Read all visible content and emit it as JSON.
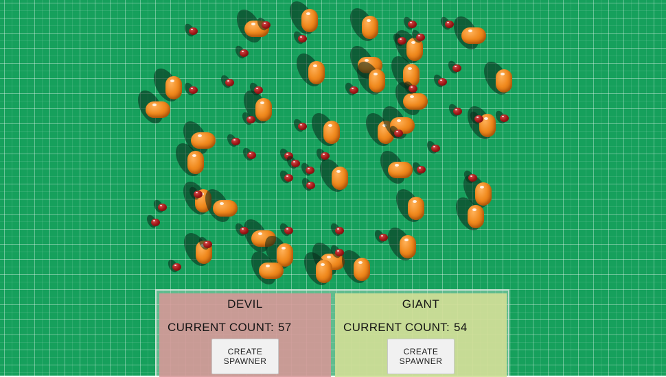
{
  "hud": {
    "devil": {
      "title": "DEVIL",
      "count_label": "CURRENT COUNT:",
      "count": "57",
      "button_label": "CREATE SPAWNER",
      "color": "#d69696"
    },
    "giant": {
      "title": "GIANT",
      "count_label": "CURRENT COUNT:",
      "count": "54",
      "button_label": "CREATE SPAWNER",
      "color": "#d2de96"
    }
  },
  "scene": {
    "ground_color": "#16a05c",
    "grid_color": "#ffffff",
    "unit_types": [
      {
        "name": "giant",
        "color": "#f08a1e",
        "shape": "orange-capsule"
      },
      {
        "name": "devil",
        "color": "#a01818",
        "shape": "red-small-capsule"
      }
    ]
  }
}
